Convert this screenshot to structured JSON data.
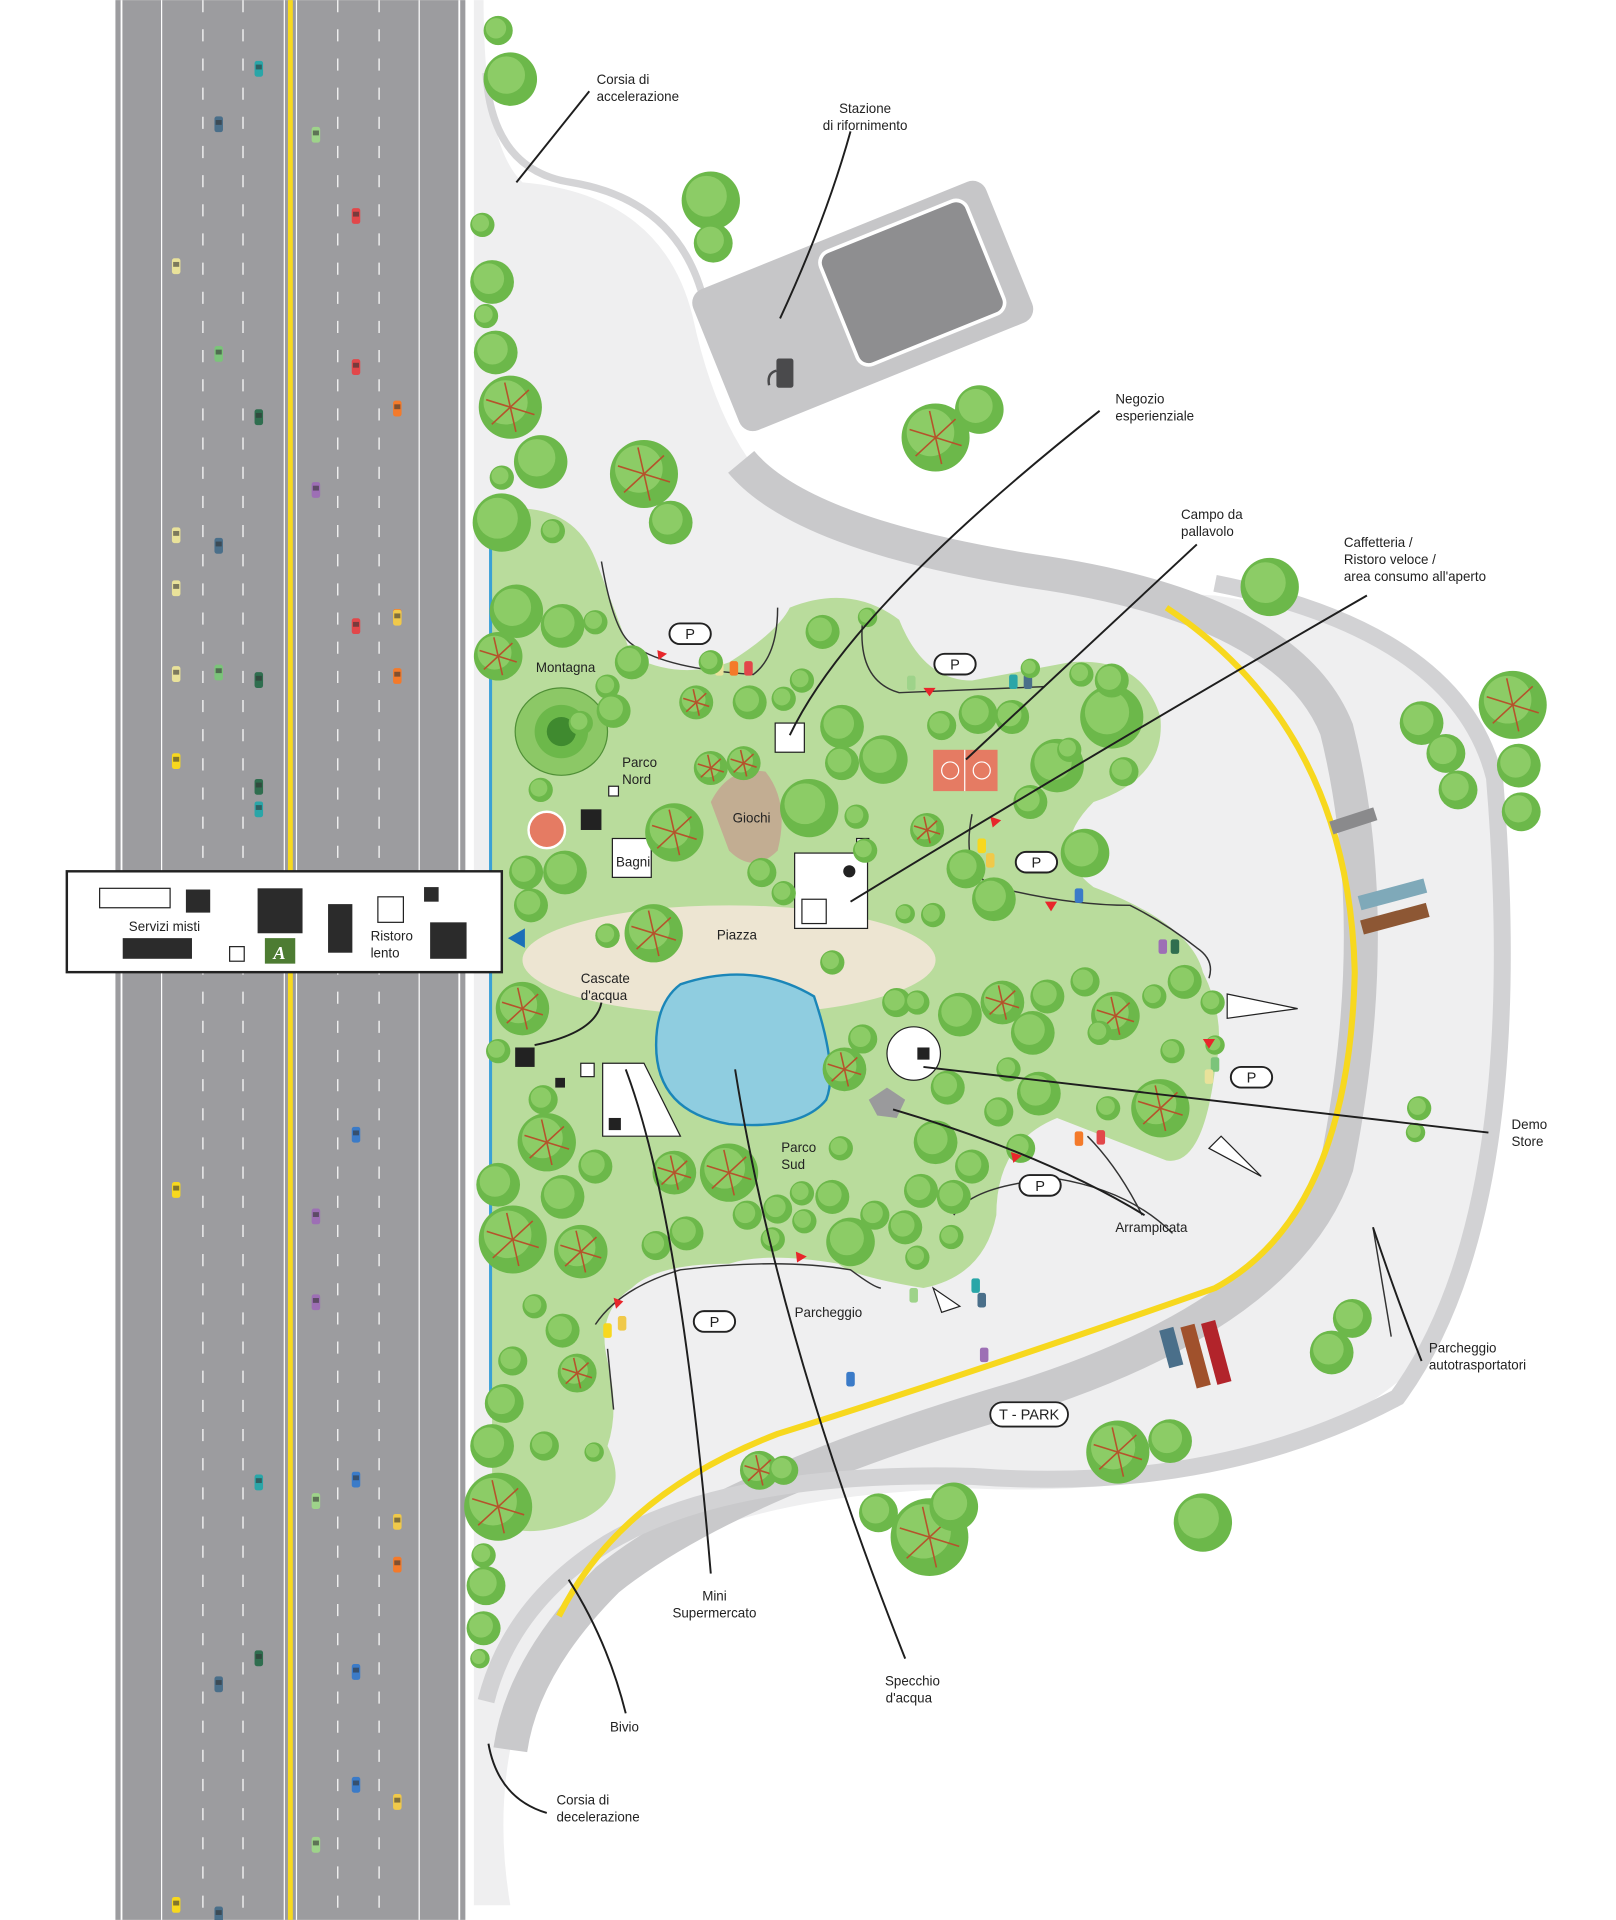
{
  "title": "Area di servizio - planimetria",
  "colors": {
    "road": "#9c9c9f",
    "site_ground": "#efeff0",
    "park_green": "#b9dc9c",
    "tree": "#6cb84a",
    "tree_light": "#8ccc66",
    "yellow_line": "#f7d81e",
    "water": "#8fcde0",
    "building": "#2b2b2b",
    "court": "#e57b63",
    "sign_green": "#4d7c32",
    "parking_arrow": "#e8262b"
  },
  "labels": {
    "corsia_accelerazione": [
      "Corsia di",
      "accelerazione"
    ],
    "stazione_rifornimento": [
      "Stazione",
      "di rifornimento"
    ],
    "negozio": [
      "Negozio",
      "esperienziale"
    ],
    "campo_pallavolo": [
      "Campo da",
      "pallavolo"
    ],
    "caffetteria": [
      "Caffetteria /",
      "Ristoro veloce /",
      "area consumo all'aperto"
    ],
    "montagna": "Montagna",
    "parco_nord": [
      "Parco",
      "Nord"
    ],
    "giochi": "Giochi",
    "bagni": "Bagni",
    "piazza": "Piazza",
    "cascate": [
      "Cascate",
      "d'acqua"
    ],
    "parco_sud": [
      "Parco",
      "Sud"
    ],
    "demo_store": [
      "Demo",
      "Store"
    ],
    "arrampicata": "Arrampicata",
    "parcheggio": "Parcheggio",
    "parcheggio_autotrasportatori": [
      "Parcheggio",
      "autotrasportatori"
    ],
    "t_park": "T - PARK",
    "mini_supermercato": [
      "Mini",
      "Supermercato"
    ],
    "specchio_acqua": [
      "Specchio",
      "d'acqua"
    ],
    "bivio": "Bivio",
    "corsia_decelerazione": [
      "Corsia di",
      "decelerazione"
    ],
    "servizi_misti": "Servizi misti",
    "ristoro_lento": [
      "Ristoro",
      "lento"
    ]
  },
  "parking_sign": "P",
  "icons": [
    "fuel-pump-icon",
    "autostrade-logo-icon",
    "entrance-triangle-icon",
    "parking-arrow-icon",
    "tree-icon",
    "car-icon",
    "truck-icon"
  ]
}
